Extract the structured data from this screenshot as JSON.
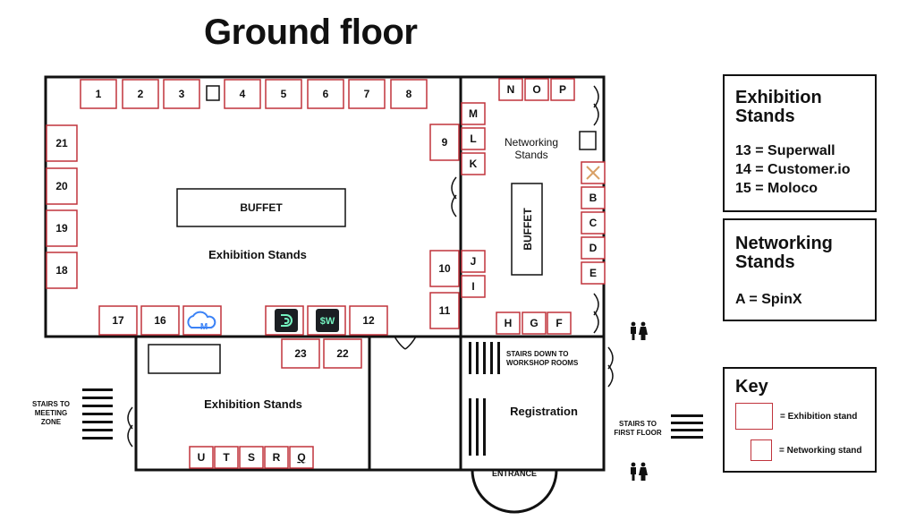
{
  "title": "Ground floor",
  "rooms": {
    "main_hall": "Exhibition Stands",
    "lower_hall": "Exhibition Stands",
    "networking": "Networking\nStands",
    "registration": "Registration",
    "entrance": "ENTRANCE",
    "buffet_main": "BUFFET",
    "buffet_networking": "BUFFET",
    "stairs_workshop": "STAIRS DOWN TO\nWORKSHOP ROOMS",
    "stairs_meeting": "STAIRS TO\nMEETING\nZONE",
    "stairs_first": "STAIRS TO\nFIRST FLOOR"
  },
  "exhibition_stands": [
    "1",
    "2",
    "3",
    "4",
    "5",
    "6",
    "7",
    "8",
    "9",
    "10",
    "11",
    "12",
    "16",
    "17",
    "18",
    "19",
    "20",
    "21",
    "22",
    "23"
  ],
  "networking_stands": [
    "M",
    "L",
    "K",
    "J",
    "I",
    "N",
    "O",
    "P",
    "B",
    "C",
    "D",
    "E",
    "H",
    "G",
    "F",
    "U",
    "T",
    "S",
    "R",
    "Q"
  ],
  "logo_stands": [
    {
      "stand": "13",
      "sponsor": "Superwall",
      "logo": "$W",
      "bg": "#1b1f23",
      "fg": "#74f3c0"
    },
    {
      "stand": "14",
      "sponsor": "Customer.io",
      "logo": "cloud-logo",
      "bg": "#ffffff",
      "fg": "#3b82f6"
    },
    {
      "stand": "15",
      "sponsor": "Moloco",
      "logo": "moloco-logo",
      "bg": "#1b1f23",
      "fg": "#74f3c0"
    }
  ],
  "legend": {
    "exhibition": {
      "title": "Exhibition\nStands",
      "entries": [
        "13 = Superwall",
        "14 = Customer.io",
        "15 = Moloco"
      ]
    },
    "networking": {
      "title": "Networking\nStands",
      "entries": [
        "A = SpinX"
      ]
    },
    "key": {
      "title": "Key",
      "exhibition_stand": "= Exhibition stand",
      "networking_stand": "= Networking stand"
    }
  },
  "colors": {
    "wall": "#111111",
    "stand_border": "#c0333c",
    "spinx_marker": "#d9a066"
  }
}
